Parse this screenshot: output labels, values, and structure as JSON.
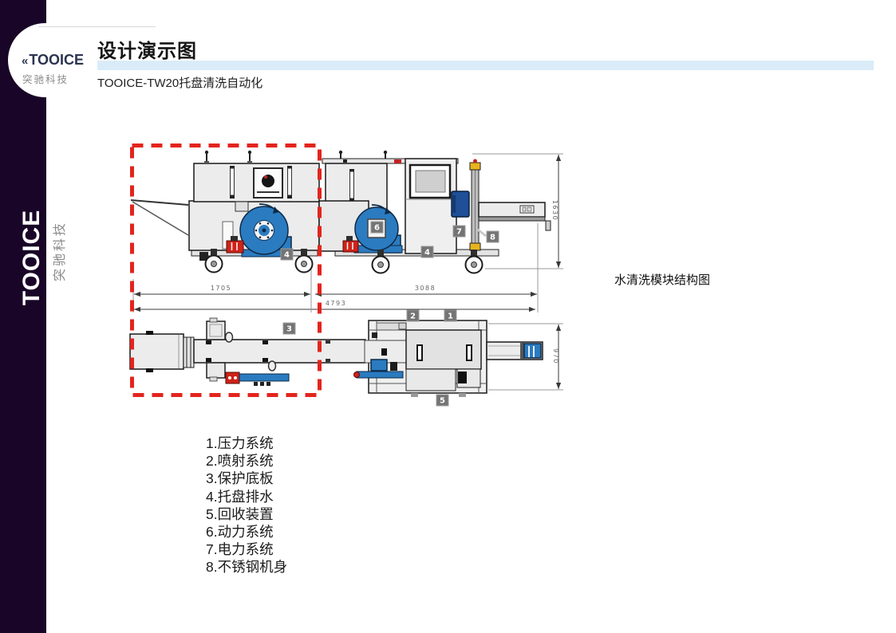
{
  "sidebar": {
    "brand_vertical": "TOOICE",
    "brand_vertical_cn": "突驰科技"
  },
  "logo": {
    "mark": "«",
    "brand": "TOOICE",
    "brand_cn": "突驰科技"
  },
  "header": {
    "title": "设计演示图",
    "subtitle": "TOOICE-TW20托盘清洗自动化"
  },
  "diagram": {
    "caption": "水清洗模块结构图",
    "dimensions": {
      "left_width": "1705",
      "right_width": "3088",
      "total_width": "4793",
      "height": "1630",
      "plan_depth": "970"
    },
    "badges": {
      "n1": "1",
      "n2": "2",
      "n3": "3",
      "n4": "4",
      "n5": "5",
      "n6": "6",
      "n7": "7",
      "n8": "8"
    }
  },
  "legend": {
    "items": [
      "1.压力系统",
      "2.喷射系统",
      "3.保护底板",
      "4.托盘排水",
      "5.回收装置",
      "6.动力系统",
      "7.电力系统",
      "8.不锈钢机身"
    ]
  }
}
